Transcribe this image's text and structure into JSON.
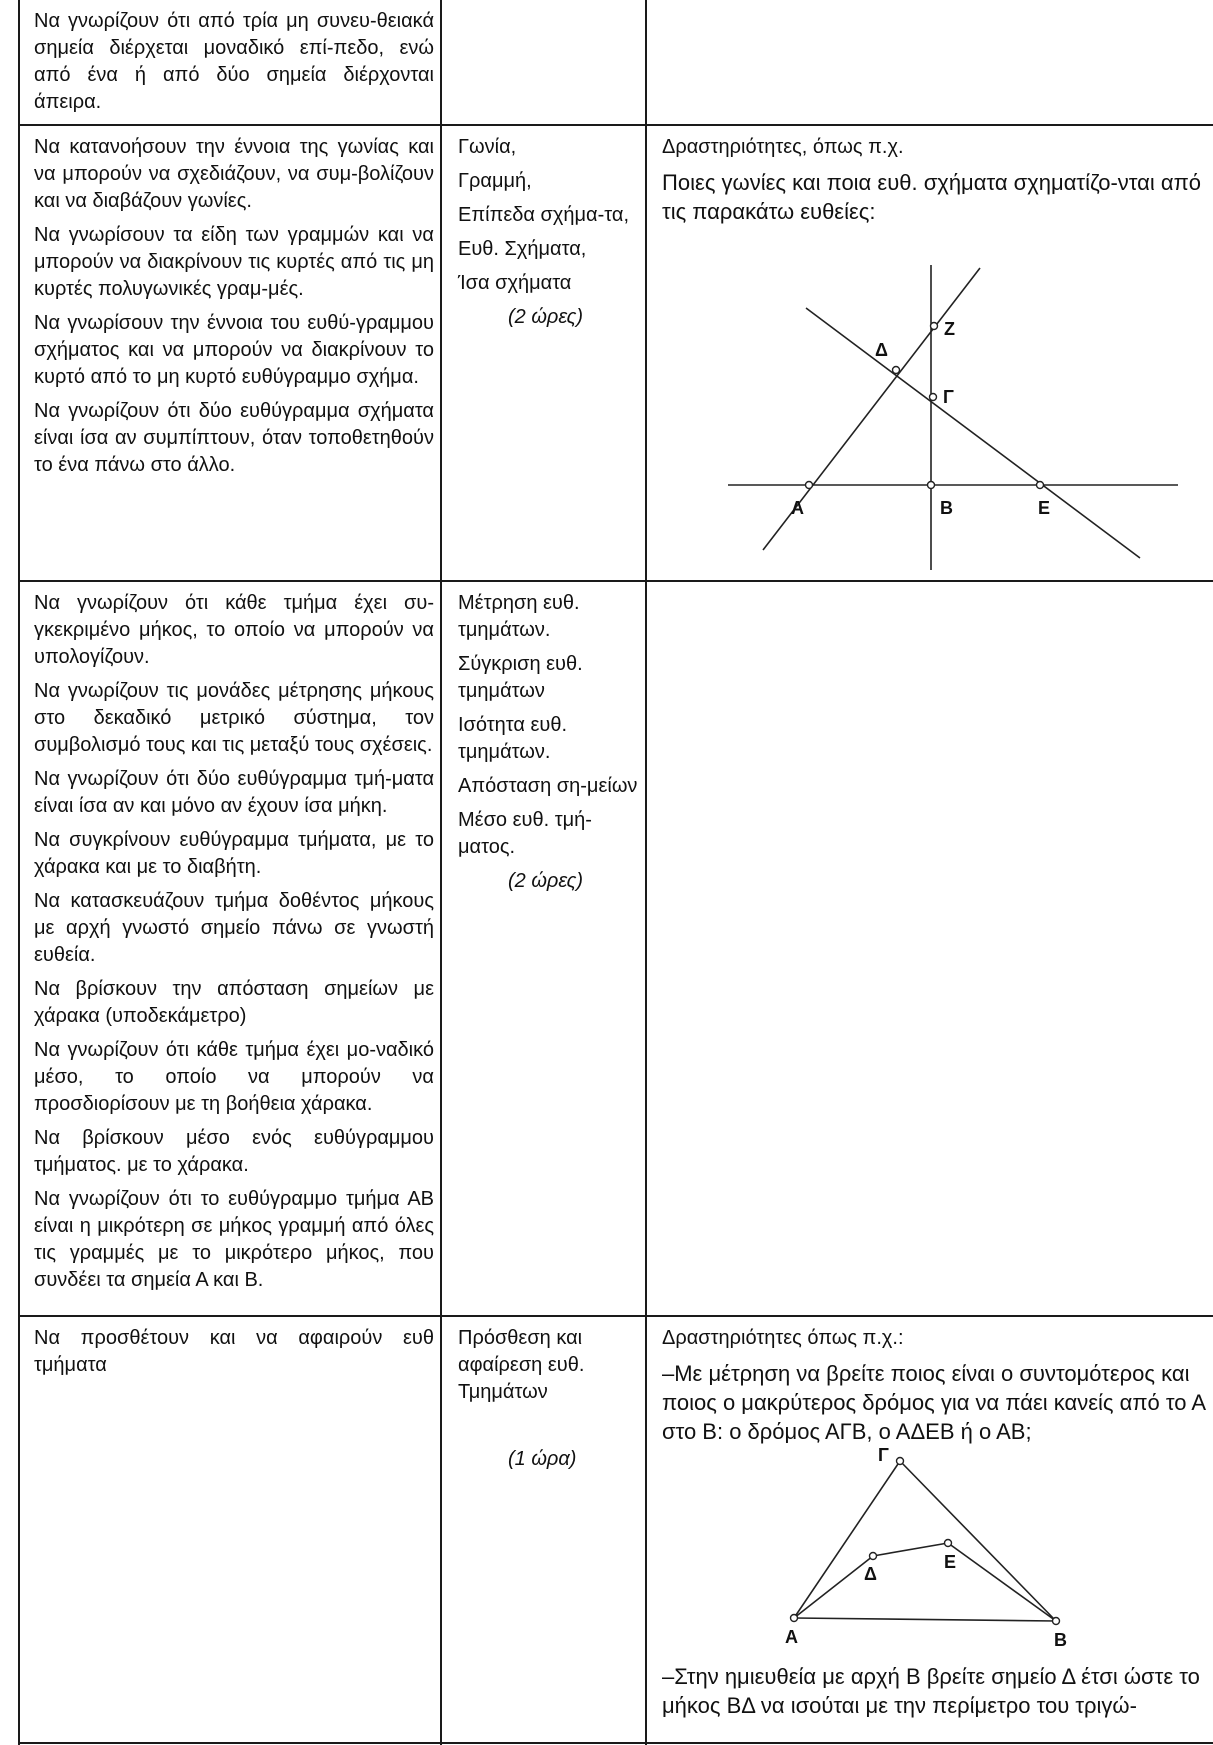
{
  "row1": {
    "goals": [
      "Να γνωρίζουν ότι από τρία μη συνευ-θειακά σημεία διέρχεται μοναδικό επί-πεδο, ενώ από ένα ή από δύο σημεία διέρχονται άπειρα."
    ]
  },
  "row2": {
    "goals": [
      "Να κατανοήσουν την έννοια της γωνίας και να μπορούν να σχεδιάζουν, να συμ-βολίζουν και να διαβάζουν γωνίες.",
      "Να γνωρίσουν τα είδη των γραμμών και να μπορούν να διακρίνουν τις κυρτές από τις μη κυρτές πολυγωνικές γραμ-μές.",
      "Να γνωρίσουν την έννοια του ευθύ-γραμμου σχήματος και να μπορούν να διακρίνουν το κυρτό από το μη κυρτό ευθύγραμμο σχήμα.",
      "Να γνωρίζουν ότι δύο ευθύγραμμα σχήματα είναι ίσα αν συμπίπτουν, όταν τοποθετηθούν το ένα πάνω στο άλλο."
    ],
    "topics": [
      "Γωνία,",
      "Γραμμή,",
      "Επίπεδα σχήμα-τα,",
      "Ευθ. Σχήματα,",
      "Ίσα σχήματα"
    ],
    "hours": "(2 ώρες)",
    "activity_heading": "Δραστηριότητες, όπως π.χ.",
    "activity_text": "Ποιες γωνίες και ποια ευθ. σχήματα σχηματίζο-νται από τις παρακάτω ευθείες:",
    "figure_labels": {
      "z": "Ζ",
      "d": "Δ",
      "g": "Γ",
      "a": "Α",
      "b": "Β",
      "e": "Ε"
    }
  },
  "row3": {
    "goals": [
      "Να γνωρίζουν ότι κάθε τμήμα έχει συ-γκεκριμένο μήκος, το οποίο να μπορούν να υπολογίζουν.",
      "Να γνωρίζουν τις μονάδες μέτρησης μήκους στο δεκαδικό μετρικό σύστημα, τον συμβολισμό τους και τις μεταξύ τους σχέσεις.",
      "Να γνωρίζουν ότι δύο ευθύγραμμα τμή-ματα είναι ίσα αν και μόνο αν έχουν ίσα μήκη.",
      "Να συγκρίνουν ευθύγραμμα τμήματα, με το χάρακα και με το διαβήτη.",
      "Να κατασκευάζουν τμήμα δοθέντος μήκους με αρχή γνωστό σημείο πάνω σε γνωστή ευθεία.",
      "Να βρίσκουν την απόσταση σημείων με χάρακα (υποδεκάμετρο)",
      "Να γνωρίζουν ότι κάθε τμήμα έχει μο-ναδικό μέσο, το οποίο να μπορούν να προσδιορίσουν με τη βοήθεια χάρακα.",
      "Να βρίσκουν μέσο ενός ευθύγραμμου τμήματος. με το χάρακα.",
      "Να γνωρίζουν ότι το ευθύγραμμο τμήμα ΑΒ είναι η μικρότερη σε μήκος γραμμή από όλες τις γραμμές με το μικρότερο μήκος, που συνδέει τα σημεία Α και Β."
    ],
    "topics": [
      "Μέτρηση ευθ. τμημάτων.",
      "Σύγκριση ευθ. τμημάτων",
      "Ισότητα ευθ. τμημάτων.",
      "Απόσταση ση-μείων",
      "Μέσο ευθ. τμή-ματος."
    ],
    "hours": "(2 ώρες)"
  },
  "row4": {
    "goals": [
      "Να προσθέτουν και να αφαιρούν ευθ τμήματα"
    ],
    "topics": [
      "Πρόσθεση και αφαίρεση ευθ. Τμημάτων"
    ],
    "hours": "(1 ώρα)",
    "activity_heading": "Δραστηριότητες όπως π.χ.:",
    "activity_text1": "–Με μέτρηση να βρείτε ποιος είναι ο συντομότερος και ποιος ο μακρύτερος δρόμος για να πάει κανείς από το Α στο Β: ο δρόμος ΑΓΒ, ο ΑΔΕΒ ή ο ΑΒ;",
    "figure_labels": {
      "g": "Γ",
      "d": "Δ",
      "e": "Ε",
      "a": "Α",
      "b": "Β"
    },
    "activity_text2": "–Στην ημιευθεία με αρχή Β βρείτε σημείο Δ έτσι ώστε το μήκος ΒΔ να ισούται με την περίμετρο του τριγώ-"
  }
}
